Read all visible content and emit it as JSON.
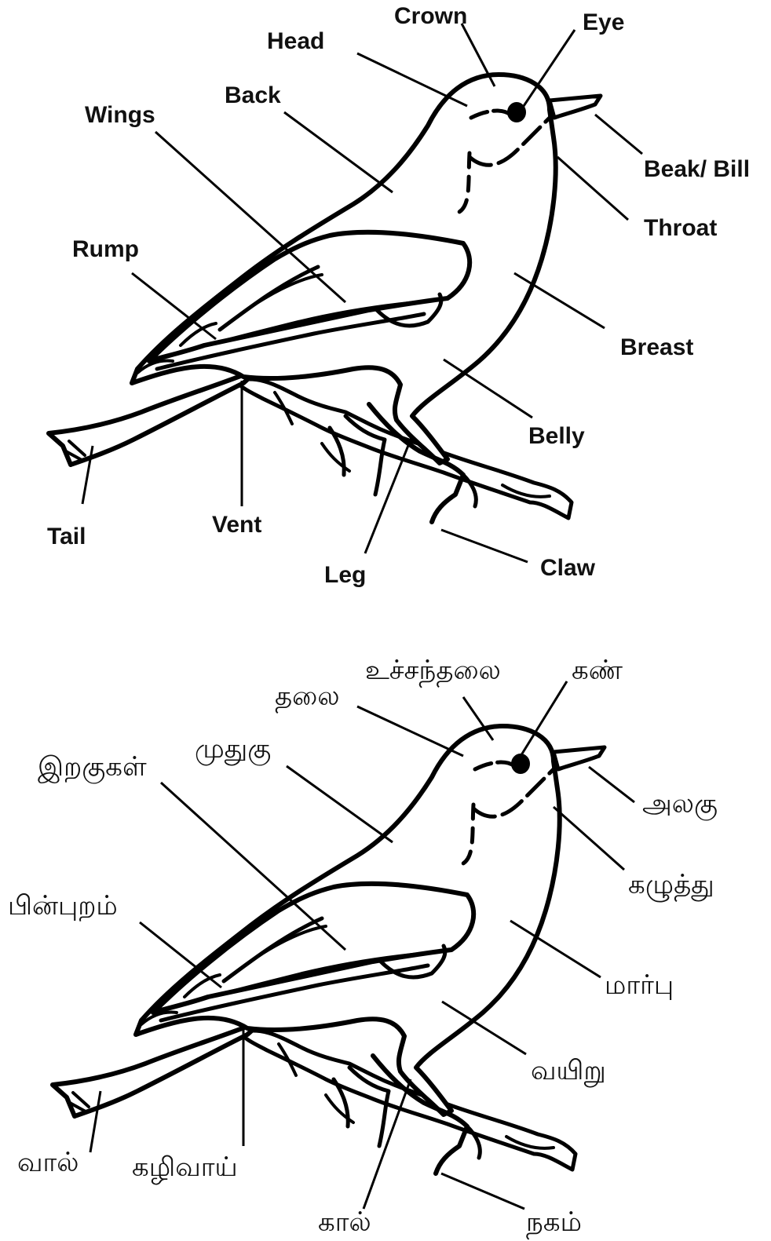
{
  "diagram_en": {
    "labels": {
      "crown": "Crown",
      "eye": "Eye",
      "head": "Head",
      "back": "Back",
      "wings": "Wings",
      "beak": "Beak/ Bill",
      "throat": "Throat",
      "rump": "Rump",
      "breast": "Breast",
      "belly": "Belly",
      "tail": "Tail",
      "vent": "Vent",
      "leg": "Leg",
      "claw": "Claw"
    }
  },
  "diagram_ta": {
    "labels": {
      "crown": "உச்சந்தலை",
      "eye": "கண்",
      "head": "தலை",
      "back": "முதுகு",
      "wings": "இறகுகள்",
      "beak": "அலகு",
      "throat": "கழுத்து",
      "rump": "பின்புறம்",
      "breast": "மார்பு",
      "belly": "வயிறு",
      "tail": "வால்",
      "vent": "கழிவாய்",
      "leg": "கால்",
      "claw": "நகம்"
    }
  }
}
